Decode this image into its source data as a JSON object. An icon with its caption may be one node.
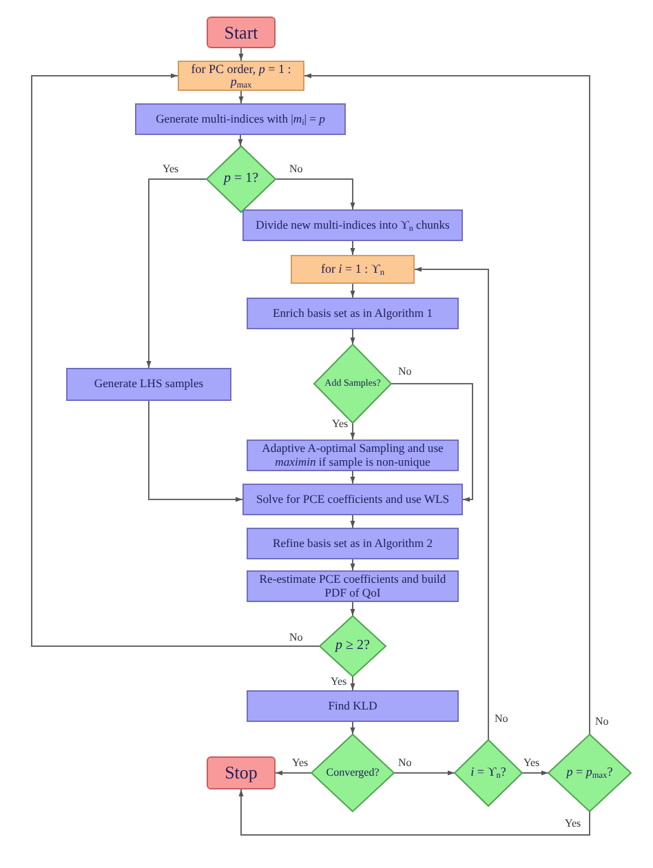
{
  "diagram": {
    "nodes": [
      {
        "text": [
          "Start"
        ]
      },
      {
        "text": [
          "for PC order, *p* = 1 : *p*$_{max}$"
        ]
      },
      {
        "text": [
          "Generate multi-indices with |*m*$_{i}$| = *p*"
        ]
      },
      {
        "text": [
          "*p* = 1?"
        ]
      },
      {
        "text": [
          "Divide new multi-indices into ϒ$_{n}$ chunks"
        ]
      },
      {
        "text": [
          "for *i* = 1 : ϒ$_{n}$"
        ]
      },
      {
        "text": [
          "Enrich basis set as in Algorithm 1"
        ]
      },
      {
        "text": [
          "Add Samples?"
        ]
      },
      {
        "text": [
          "Generate LHS samples"
        ]
      },
      {
        "text": [
          "Adaptive A-optimal Sampling and use *maximin* if sample is non-unique"
        ]
      },
      {
        "text": [
          "Solve for PCE coefficients and use WLS"
        ]
      },
      {
        "text": [
          "Refine basis set as in Algorithm 2"
        ]
      },
      {
        "text": [
          "Re-estimate PCE coefficients and build PDF of QoI"
        ]
      },
      {
        "text": [
          "*p* ≥ 2?"
        ]
      },
      {
        "text": [
          "Find KLD"
        ]
      },
      {
        "text": [
          "Stop"
        ]
      },
      {
        "text": [
          "Converged?"
        ]
      },
      {
        "text": [
          "*i* = ϒ$_{n}$?"
        ]
      },
      {
        "text": [
          "*p* = *p*$_{max}$?"
        ]
      }
    ],
    "edges": [
      {
        "from": 0,
        "to": 1,
        "arrow": "to"
      },
      {
        "from": 1,
        "to": 2,
        "arrow": "to"
      },
      {
        "from": 2,
        "to": 3,
        "arrow": "to"
      },
      {
        "from": 3,
        "to": 8,
        "arrow": "to",
        "label": "Yes"
      },
      {
        "from": 3,
        "to": 4,
        "arrow": "to",
        "label": "No"
      },
      {
        "from": 4,
        "to": 5,
        "arrow": "to"
      },
      {
        "from": 5,
        "to": 6,
        "arrow": "to"
      },
      {
        "from": 6,
        "to": 7,
        "arrow": "to"
      },
      {
        "from": 7,
        "to": 9,
        "arrow": "to",
        "label": "Yes"
      },
      {
        "from": 7,
        "to": 10,
        "arrow": "to",
        "label": "No"
      },
      {
        "from": 8,
        "to": 10,
        "arrow": "to"
      },
      {
        "from": 9,
        "to": 10,
        "arrow": "to"
      },
      {
        "from": 10,
        "to": 11,
        "arrow": "to"
      },
      {
        "from": 11,
        "to": 12,
        "arrow": "to"
      },
      {
        "from": 12,
        "to": 13,
        "arrow": "to"
      },
      {
        "from": 13,
        "to": 1,
        "arrow": "to",
        "label": "No"
      },
      {
        "from": 13,
        "to": 14,
        "arrow": "to",
        "label": "Yes"
      },
      {
        "from": 14,
        "to": 16,
        "arrow": "to"
      },
      {
        "from": 16,
        "to": 15,
        "arrow": "to",
        "label": "Yes"
      },
      {
        "from": 16,
        "to": 17,
        "arrow": "to",
        "label": "No"
      },
      {
        "from": 17,
        "to": 18,
        "arrow": "to",
        "label": "Yes"
      },
      {
        "from": 17,
        "to": 5,
        "arrow": "to",
        "label": "No"
      },
      {
        "from": 18,
        "to": 1,
        "arrow": "to",
        "label": "No"
      },
      {
        "from": 18,
        "to": 15,
        "arrow": "to",
        "label": "Yes"
      }
    ]
  }
}
